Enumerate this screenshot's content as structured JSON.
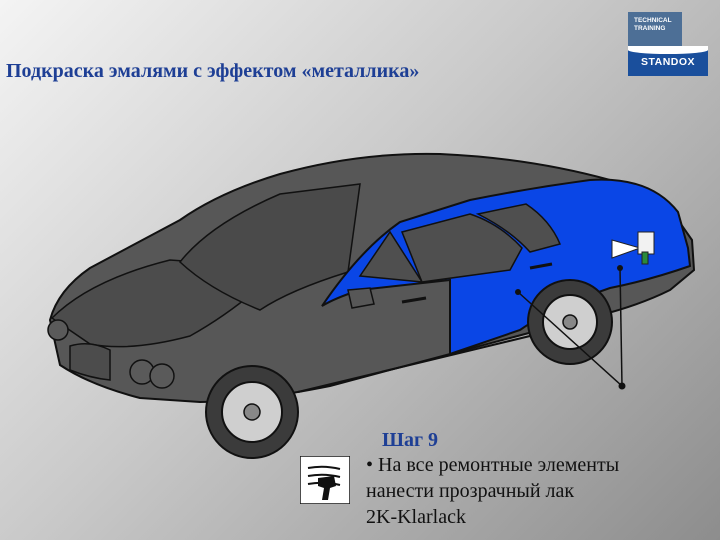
{
  "slide": {
    "title": "Подкраска эмалями с эффектом «металлика»"
  },
  "logo": {
    "line1": "TECHNICAL",
    "line2": "TRAINING",
    "brand": "STANDOX"
  },
  "step": {
    "title": "Шаг 9",
    "lines": [
      "• На все ремонтные элементы",
      "нанести прозрачный лак",
      "2K-Klarlack"
    ]
  },
  "colors": {
    "title": "#1e3f95",
    "highlight": "#0a46e6",
    "car_body": "#575757",
    "brand_blue": "#1a4f9c"
  },
  "icons": {
    "spray": "spray-gun-icon",
    "logo": "standox-logo"
  }
}
